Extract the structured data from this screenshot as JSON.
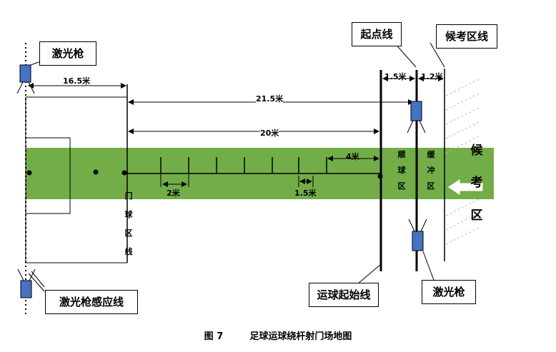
{
  "labels": {
    "laser_top": "激光枪",
    "laser_sense": "激光枪感应线",
    "start_line": "起点线",
    "waiting_line": "候考区线",
    "dribble_start": "运球起始线",
    "laser_bottom_right": "激光枪"
  },
  "dimensions": {
    "d_16_5": "16.5米",
    "d_21_5": "21.5米",
    "d_20": "20米",
    "d_4": "4米",
    "d_2": "2米",
    "d_1_5_gap": "1.5米",
    "d_1_5_top": "1.5米",
    "d_1_2_top": "1.2米"
  },
  "zones": {
    "goal_zone_line": [
      "门",
      "球",
      "区",
      "线"
    ],
    "sprint_zone": [
      "顺",
      "球",
      "区"
    ],
    "buffer_zone": [
      "缓",
      "冲",
      "区"
    ],
    "waiting_zone": [
      "候",
      "考",
      "区"
    ]
  },
  "caption": {
    "fig_no": "图 7",
    "title": "足球运球绕杆射门场地图"
  },
  "colors": {
    "field_green": "#72ad47",
    "laser_blue": "#4472c4"
  }
}
